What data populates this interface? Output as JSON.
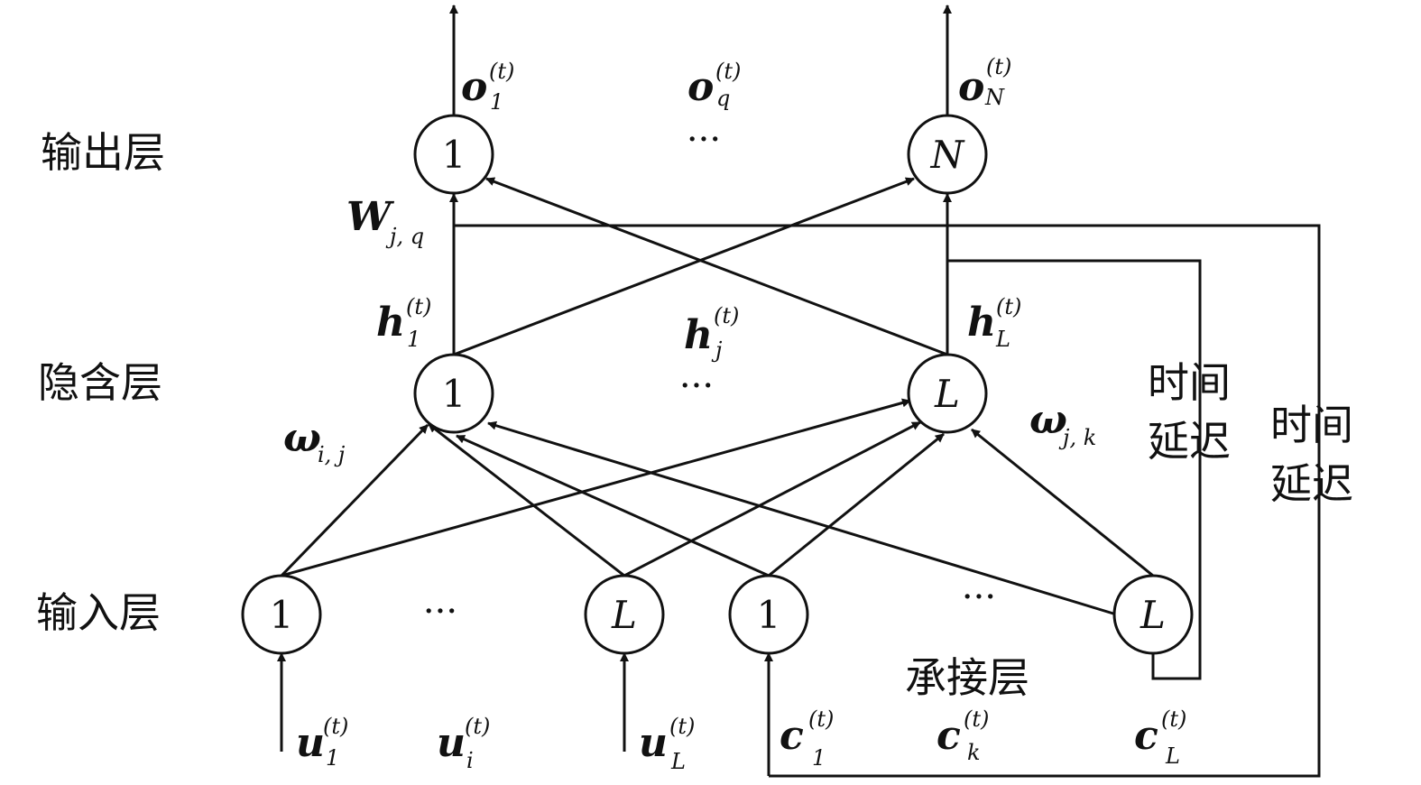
{
  "layers": {
    "output": "输出层",
    "hidden": "隐含层",
    "input": "输入层",
    "context": "承接层"
  },
  "delay_labels": {
    "inner_line1": "时间",
    "inner_line2": "延迟",
    "outer_line1": "时间",
    "outer_line2": "延迟"
  },
  "nodes": {
    "output_first": "1",
    "output_last": "N",
    "hidden_first": "1",
    "hidden_last": "L",
    "input_first": "1",
    "input_last": "L",
    "context_first": "1",
    "context_last": "L"
  },
  "ellipsis": "···",
  "math": {
    "o1": {
      "base": "o",
      "sub": "1",
      "sup": "(t)"
    },
    "oq": {
      "base": "o",
      "sub": "q",
      "sup": "(t)"
    },
    "oN": {
      "base": "o",
      "sub": "N",
      "sup": "(t)"
    },
    "h1": {
      "base": "h",
      "sub": "1",
      "sup": "(t)"
    },
    "hj": {
      "base": "h",
      "sub": "j",
      "sup": "(t)"
    },
    "hL": {
      "base": "h",
      "sub": "L",
      "sup": "(t)"
    },
    "u1": {
      "base": "u",
      "sub": "1",
      "sup": "(t)"
    },
    "ui": {
      "base": "u",
      "sub": "i",
      "sup": "(t)"
    },
    "uL": {
      "base": "u",
      "sub": "L",
      "sup": "(t)"
    },
    "c1": {
      "base": "c",
      "sub": "1",
      "sup": "(t)"
    },
    "ck": {
      "base": "c",
      "sub": "k",
      "sup": "(t)"
    },
    "cL": {
      "base": "c",
      "sub": "L",
      "sup": "(t)"
    },
    "Wjq": {
      "base": "W",
      "sub": "j, q"
    },
    "wij": {
      "base": "ω",
      "sub": "i, j"
    },
    "wjk": {
      "base": "ω",
      "sub": "j, k"
    }
  }
}
